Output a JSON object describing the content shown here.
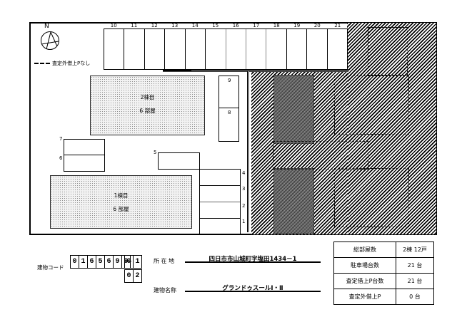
{
  "map": {
    "compass": {
      "label": "N"
    },
    "legend": {
      "text": "査定外借上Pなし"
    },
    "top_stalls": [
      "10",
      "11",
      "12",
      "13",
      "14",
      "15",
      "16",
      "17",
      "18",
      "19",
      "20",
      "21"
    ],
    "right_stalls": [
      "9",
      "8"
    ],
    "left_stalls": [
      "7",
      "6"
    ],
    "stall_5": "5",
    "bottom_stalls": [
      "4",
      "3",
      "2",
      "1"
    ],
    "buildings": [
      {
        "name": "2棟目",
        "rooms": "6 部屋"
      },
      {
        "name": "1棟目",
        "rooms": "6 部屋"
      }
    ]
  },
  "footer": {
    "building_code_label": "建物コード",
    "building_code_digits": [
      "0",
      "1",
      "6",
      "5",
      "6",
      "9",
      "9"
    ],
    "building_code_suffix_1": [
      "0",
      "1"
    ],
    "building_code_suffix_2": [
      "0",
      "2"
    ],
    "address_label": "所 在 地",
    "address_value": "四日市市山城町字塩田1434－1",
    "name_label": "建物名称",
    "name_value": "グランドゥスールⅠ・Ⅱ"
  },
  "summary_table": {
    "rows": [
      {
        "label": "総部屋数",
        "value": "2棟 12戸"
      },
      {
        "label": "駐車場台数",
        "value": "21 台"
      },
      {
        "label": "査定借上P台数",
        "value": "21 台"
      },
      {
        "label": "査定外借上P",
        "value": "0 台"
      }
    ]
  }
}
